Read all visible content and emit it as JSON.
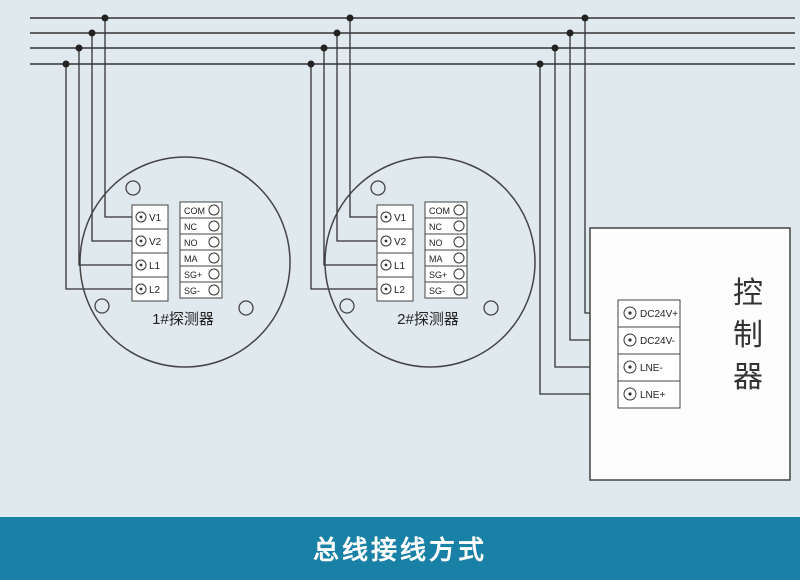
{
  "diagram": {
    "detectors": [
      {
        "name": "1#探测器",
        "power_terminals": [
          "V1",
          "V2",
          "L1",
          "L2"
        ],
        "relay_terminals": [
          "COM",
          "NC",
          "NO",
          "MA",
          "SG+",
          "SG-"
        ]
      },
      {
        "name": "2#探测器",
        "power_terminals": [
          "V1",
          "V2",
          "L1",
          "L2"
        ],
        "relay_terminals": [
          "COM",
          "NC",
          "NO",
          "MA",
          "SG+",
          "SG-"
        ]
      }
    ],
    "controller": {
      "name": "控制器",
      "name_chars": [
        "控",
        "制",
        "器"
      ],
      "terminals": [
        "DC24V+",
        "DC24V-",
        "LNE-",
        "LNE+"
      ]
    },
    "bus_line_count": 4
  },
  "footer": {
    "title": "总线接线方式"
  },
  "colors": {
    "background": "#dfe9ee",
    "wire": "#333333",
    "outline": "#444444",
    "terminal_fill": "#ffffff",
    "banner_background": "#1a81a6",
    "banner_text": "#ffffff",
    "label_text": "#222222"
  }
}
